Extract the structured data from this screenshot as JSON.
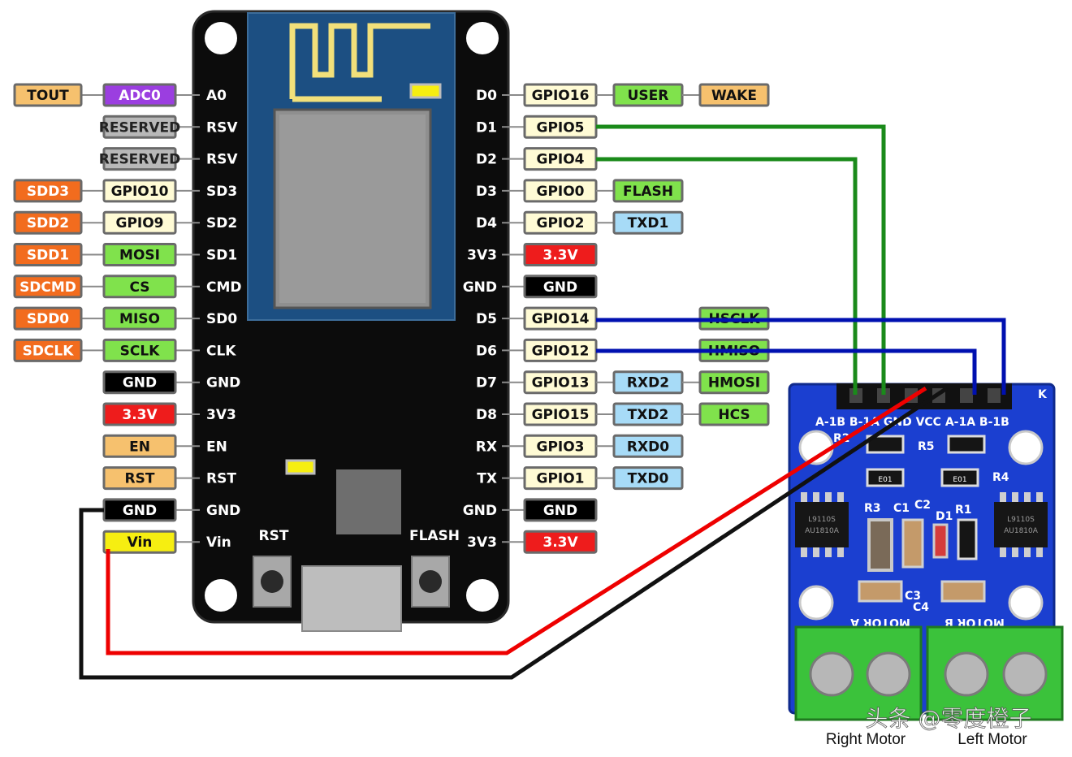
{
  "colors": {
    "tout": "#f6c16e",
    "adc": "#9b3ee0",
    "reserved": "#b8b8b8",
    "sdd": "#f26c1e",
    "gpio": "#fffbd5",
    "spi": "#80e24c",
    "black": "#000000",
    "power": "#ee1c1c",
    "control": "#f6c16e",
    "vin": "#f6ee11",
    "uart": "#a7dbf7",
    "wire_green": "#1a8a1a",
    "wire_blue": "#0010b0",
    "wire_red": "#ee0000",
    "wire_black": "#111111",
    "board": "#0c0c0c",
    "module": "#1c4f82",
    "driver_pcb": "#1b3fd0",
    "terminal": "#3bc23b"
  },
  "left_pins": [
    {
      "pin": "A0",
      "labels": [
        {
          "text": "TOUT",
          "kind": "tout"
        },
        {
          "text": "ADC0",
          "kind": "adc"
        }
      ]
    },
    {
      "pin": "RSV",
      "labels": [
        {
          "text": "RESERVED",
          "kind": "reserved"
        }
      ]
    },
    {
      "pin": "RSV",
      "labels": [
        {
          "text": "RESERVED",
          "kind": "reserved"
        }
      ]
    },
    {
      "pin": "SD3",
      "labels": [
        {
          "text": "SDD3",
          "kind": "sdd"
        },
        {
          "text": "GPIO10",
          "kind": "gpio"
        }
      ]
    },
    {
      "pin": "SD2",
      "labels": [
        {
          "text": "SDD2",
          "kind": "sdd"
        },
        {
          "text": "GPIO9",
          "kind": "gpio"
        }
      ]
    },
    {
      "pin": "SD1",
      "labels": [
        {
          "text": "SDD1",
          "kind": "sdd"
        },
        {
          "text": "MOSI",
          "kind": "spi"
        }
      ]
    },
    {
      "pin": "CMD",
      "labels": [
        {
          "text": "SDCMD",
          "kind": "sdd"
        },
        {
          "text": "CS",
          "kind": "spi"
        }
      ]
    },
    {
      "pin": "SD0",
      "labels": [
        {
          "text": "SDD0",
          "kind": "sdd"
        },
        {
          "text": "MISO",
          "kind": "spi"
        }
      ]
    },
    {
      "pin": "CLK",
      "labels": [
        {
          "text": "SDCLK",
          "kind": "sdd"
        },
        {
          "text": "SCLK",
          "kind": "spi"
        }
      ]
    },
    {
      "pin": "GND",
      "labels": [
        {
          "text": "GND",
          "kind": "black"
        }
      ]
    },
    {
      "pin": "3V3",
      "labels": [
        {
          "text": "3.3V",
          "kind": "power"
        }
      ]
    },
    {
      "pin": "EN",
      "labels": [
        {
          "text": "EN",
          "kind": "control"
        }
      ]
    },
    {
      "pin": "RST",
      "labels": [
        {
          "text": "RST",
          "kind": "control"
        }
      ]
    },
    {
      "pin": "GND",
      "labels": [
        {
          "text": "GND",
          "kind": "black"
        }
      ]
    },
    {
      "pin": "Vin",
      "labels": [
        {
          "text": "Vin",
          "kind": "vin"
        }
      ]
    }
  ],
  "right_pins": [
    {
      "pin": "D0",
      "labels": [
        {
          "text": "GPIO16",
          "kind": "gpio"
        },
        {
          "text": "USER",
          "kind": "spi"
        },
        {
          "text": "WAKE",
          "kind": "tout"
        }
      ]
    },
    {
      "pin": "D1",
      "labels": [
        {
          "text": "GPIO5",
          "kind": "gpio"
        }
      ]
    },
    {
      "pin": "D2",
      "labels": [
        {
          "text": "GPIO4",
          "kind": "gpio"
        }
      ]
    },
    {
      "pin": "D3",
      "labels": [
        {
          "text": "GPIO0",
          "kind": "gpio"
        },
        {
          "text": "FLASH",
          "kind": "spi"
        }
      ]
    },
    {
      "pin": "D4",
      "labels": [
        {
          "text": "GPIO2",
          "kind": "gpio"
        },
        {
          "text": "TXD1",
          "kind": "uart"
        }
      ]
    },
    {
      "pin": "3V3",
      "labels": [
        {
          "text": "3.3V",
          "kind": "power"
        }
      ]
    },
    {
      "pin": "GND",
      "labels": [
        {
          "text": "GND",
          "kind": "black"
        }
      ]
    },
    {
      "pin": "D5",
      "labels": [
        {
          "text": "GPIO14",
          "kind": "gpio"
        },
        {
          "text": "HSCLK",
          "kind": "spi"
        }
      ]
    },
    {
      "pin": "D6",
      "labels": [
        {
          "text": "GPIO12",
          "kind": "gpio"
        },
        {
          "text": "HMISO",
          "kind": "spi"
        }
      ]
    },
    {
      "pin": "D7",
      "labels": [
        {
          "text": "GPIO13",
          "kind": "gpio"
        },
        {
          "text": "RXD2",
          "kind": "uart"
        },
        {
          "text": "HMOSI",
          "kind": "spi"
        }
      ]
    },
    {
      "pin": "D8",
      "labels": [
        {
          "text": "GPIO15",
          "kind": "gpio"
        },
        {
          "text": "TXD2",
          "kind": "uart"
        },
        {
          "text": "HCS",
          "kind": "spi"
        }
      ]
    },
    {
      "pin": "RX",
      "labels": [
        {
          "text": "GPIO3",
          "kind": "gpio"
        },
        {
          "text": "RXD0",
          "kind": "uart"
        }
      ]
    },
    {
      "pin": "TX",
      "labels": [
        {
          "text": "GPIO1",
          "kind": "gpio"
        },
        {
          "text": "TXD0",
          "kind": "uart"
        }
      ]
    },
    {
      "pin": "GND",
      "labels": [
        {
          "text": "GND",
          "kind": "black"
        }
      ]
    },
    {
      "pin": "3V3",
      "labels": [
        {
          "text": "3.3V",
          "kind": "power"
        }
      ]
    }
  ],
  "board": {
    "rst_label": "RST",
    "flash_label": "FLASH"
  },
  "driver": {
    "header_text": "A-1B B-1A  GND VCC  A-1A  B-1B",
    "resistors": [
      "R2",
      "R5",
      "R4",
      "R3",
      "R1"
    ],
    "capacitors": [
      "C1",
      "C2",
      "C3",
      "C4"
    ],
    "diode": "D1",
    "chip_code": "L9110S",
    "chip_code2": "AU1810A",
    "smd_code": "E01",
    "corner_mark": "K",
    "motor_a": "MOTOR A",
    "motor_b": "MOTOR B"
  },
  "captions": {
    "right_motor": "Right Motor",
    "left_motor": "Left Motor"
  },
  "watermark": "头条 @零度橙子"
}
